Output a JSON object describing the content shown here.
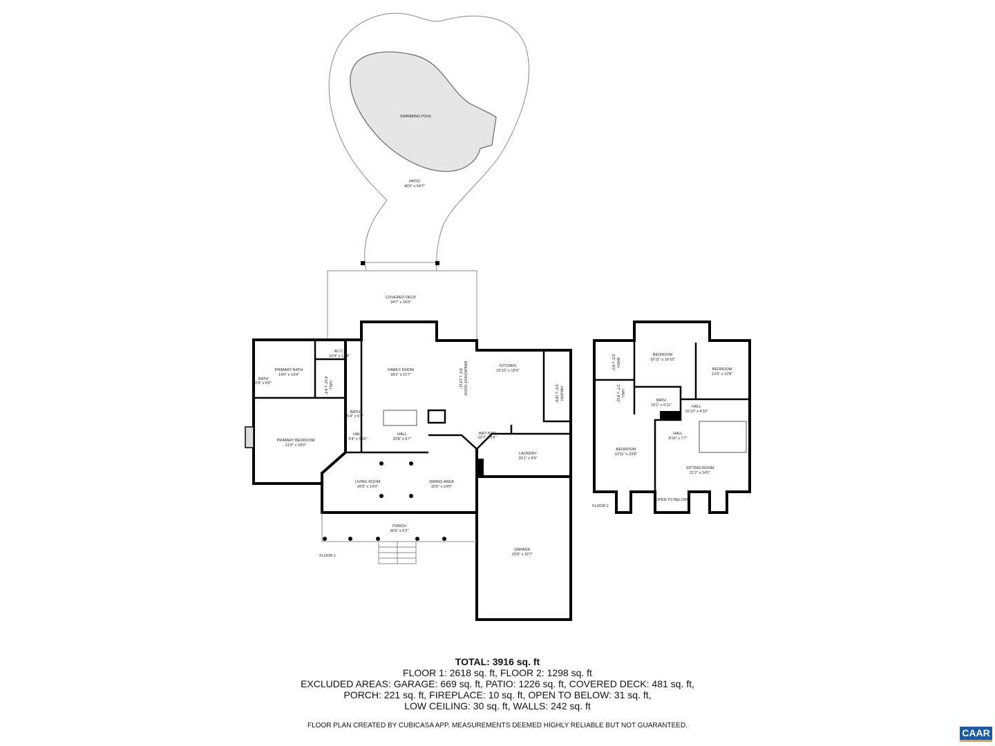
{
  "exterior": {
    "pool": "SWIMMING POOL",
    "patio": {
      "name": "PATIO",
      "dims": "46'5\" x 54'7\""
    },
    "covered_deck": {
      "name": "COVERED DECK",
      "dims": "34'7\" x 16'0\""
    },
    "porch": {
      "name": "PORCH",
      "dims": "35'6\" x 6'2\""
    },
    "garage": {
      "name": "GARAGE",
      "dims": "20'6\" x 32'7\""
    }
  },
  "floor1": {
    "label": "FLOOR 1",
    "rooms": [
      {
        "name": "FAMILY ROOM",
        "dims": "18'1\" x 21'7\""
      },
      {
        "name": "BREAKFAST NOOK",
        "dims": "8'2\" x 13'11\""
      },
      {
        "name": "KITCHEN",
        "dims": "15'10\" x 18'9\""
      },
      {
        "name": "PANTRY",
        "dims": "5'9\" x 18'9\""
      },
      {
        "name": "PRIMARY BATH",
        "dims": "14'0\" x 13'4\""
      },
      {
        "name": "W.I.C.",
        "dims": "10'4\" x 13'4\""
      },
      {
        "name": "BATH",
        "dims": "3'9\" x 8'6\""
      },
      {
        "name": "HALL",
        "dims": "4'10\" x 8'4\""
      },
      {
        "name": "BATH",
        "dims": "5'4\" x 5'3\""
      },
      {
        "name": "HALL",
        "dims": "5'4\" x 5'10\""
      },
      {
        "name": "HALL",
        "dims": "20'8\" x 6'7\""
      },
      {
        "name": "PRIMARY BEDROOM",
        "dims": "21'0\" x 19'0\""
      },
      {
        "name": "WET BAR",
        "dims": "10'7\" x 6'6\""
      },
      {
        "name": "LAUNDRY",
        "dims": "20'1\" x 9'9\""
      },
      {
        "name": "LIVING ROOM",
        "dims": "20'0\" x 14'0\""
      },
      {
        "name": "DINING AREA",
        "dims": "15'6\" x 14'0\""
      }
    ]
  },
  "floor2": {
    "label": "FLOOR 2",
    "rooms": [
      {
        "name": "BEDROOM",
        "dims": "16'11\" x 16'10\""
      },
      {
        "name": "BEDROOM",
        "dims": "12'6\" x 12'8\""
      },
      {
        "name": "BATH",
        "dims": "6'2\" x 8'2\""
      },
      {
        "name": "HALL",
        "dims": "3'7\" x 8'11\""
      },
      {
        "name": "BATH",
        "dims": "10'1\" x 6'11\""
      },
      {
        "name": "HALL",
        "dims": "15'10\" x 4'10\""
      },
      {
        "name": "HALL",
        "dims": "8'10\" x 7'7\""
      },
      {
        "name": "BEDROOM",
        "dims": "13'11\" x 23'8\""
      },
      {
        "name": "SITTING ROOM",
        "dims": "21'2\" x 14'1\""
      },
      {
        "name": "OPEN TO BELOW",
        "dims": ""
      }
    ]
  },
  "summary": {
    "total": "TOTAL: 3916 sq. ft",
    "line1": "FLOOR 1: 2618 sq. ft, FLOOR 2: 1298 sq. ft",
    "line2": "EXCLUDED AREAS: GARAGE: 669 sq. ft, PATIO: 1226 sq. ft, COVERED DECK: 481 sq. ft,",
    "line3": "PORCH: 221 sq. ft, FIREPLACE: 10 sq. ft, OPEN TO BELOW: 31 sq. ft,",
    "line4": "LOW CEILING: 30 sq. ft, WALLS: 242 sq. ft"
  },
  "disclaimer": "FLOOR PLAN CREATED BY CUBICASA APP. MEASUREMENTS DEEMED HIGHLY RELIABLE BUT NOT GUARANTEED.",
  "logo": "CAAR",
  "colors": {
    "logo_bg": "#1a5aa6",
    "logo_stripe": "#f0a020",
    "pool_fill": "#e6e6e6"
  }
}
